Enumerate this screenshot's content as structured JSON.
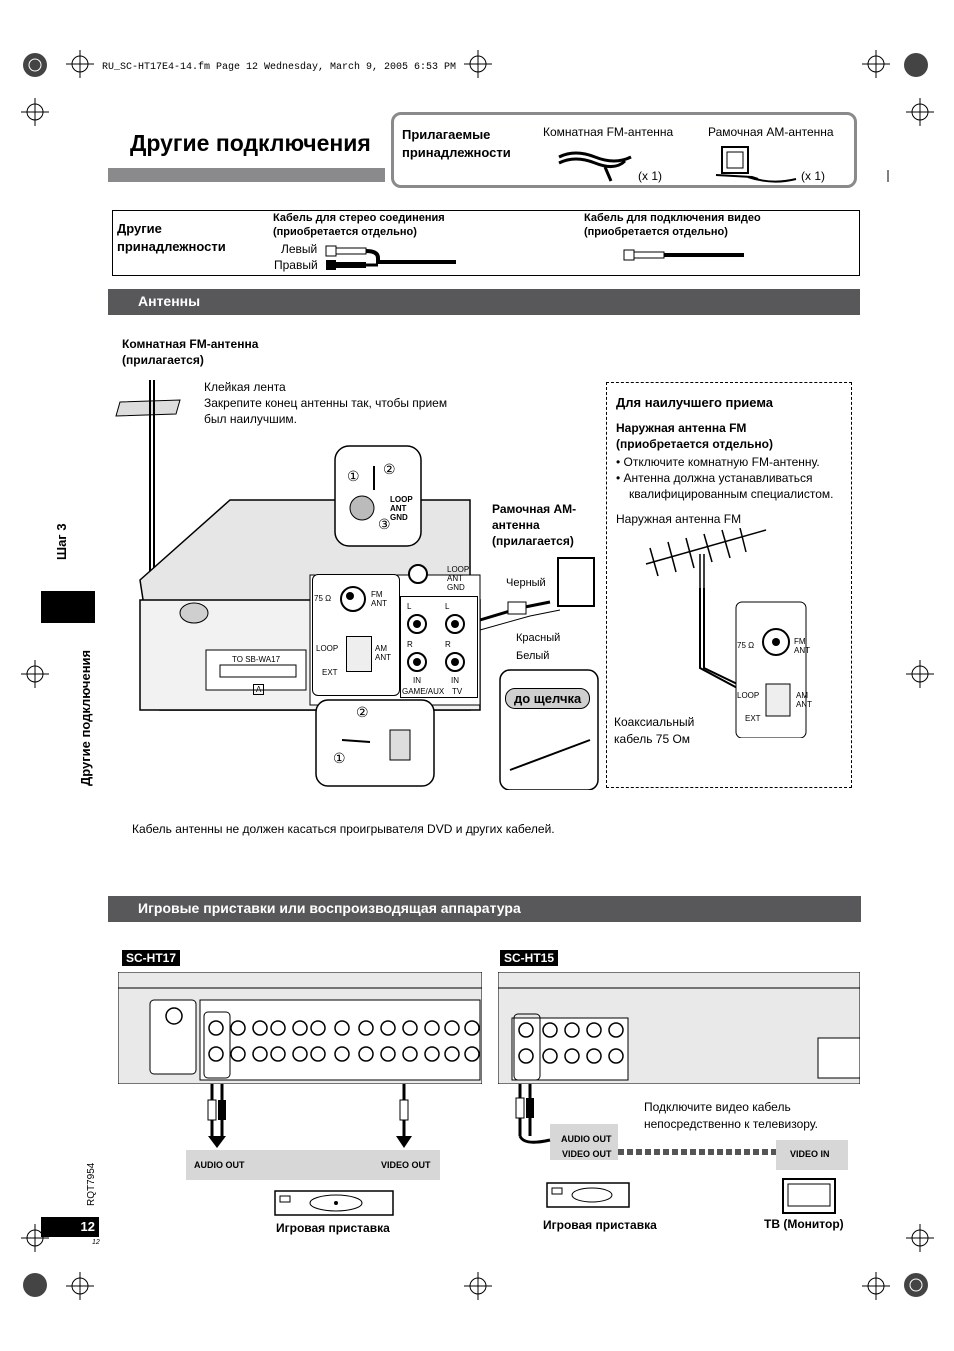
{
  "header_line": "RU_SC-HT17E4-14.fm  Page 12  Wednesday, March 9, 2005  6:53 PM",
  "title": "Другие подключения",
  "supplied": {
    "heading": "Прилагаемые принадлежности",
    "fm_label": "Комнатная FM-антенна",
    "am_label": "Рамочная AM-антенна",
    "fm_qty": "(x 1)",
    "am_qty": "(x 1)"
  },
  "other": {
    "heading": "Другие принадлежности",
    "stereo_title": "Кабель для стерео соединения",
    "stereo_sub": "(приобретается отдельно)",
    "left": "Левый",
    "right": "Правый",
    "video_title": "Кабель для подключения видео",
    "video_sub": "(приобретается отдельно)"
  },
  "antennas": {
    "bar": "Антенны",
    "fm_indoor": "Комнатная FM-антенна",
    "fm_indoor_sub": "(прилагается)",
    "tape": "Клейкая лента",
    "tape_note": "Закрепите конец антенны так, чтобы прием",
    "tape_note2": "был наилучшим.",
    "am_loop": "Рамочная AM-",
    "am_loop2": "антенна",
    "am_loop3": "(прилагается)",
    "black": "Черный",
    "red": "Красный",
    "white": "Белый",
    "click": "до щелчка",
    "loop_ant_gnd": "LOOP ANT GND",
    "fm_ant": "FM ANT",
    "ohm": "75 Ω",
    "loop": "LOOP",
    "ext": "EXT",
    "am_ant": "AM ANT",
    "to_sbwa17": "TO SB-WA17",
    "in": "IN",
    "game_aux": "GAME/AUX",
    "tv": "TV",
    "L": "L",
    "R": "R",
    "a_mark": "A",
    "step1": "①",
    "step2": "②",
    "step3": "③",
    "best_heading": "Для наилучшего приема",
    "outdoor_title": "Наружная антенна FM",
    "outdoor_sub": "(приобретается отдельно)",
    "bullet1": "Отключите комнатную FM-антенну.",
    "bullet2": "Антенна должна устанавливаться",
    "bullet2b": "квалифицированным специалистом.",
    "outdoor_label": "Наружная антенна FM",
    "coax": "Коаксиальный",
    "coax2": "кабель 75 Ом",
    "note": "Кабель антенны не должен касаться проигрывателя DVD и других кабелей."
  },
  "games": {
    "bar": "Игровые приставки или воспроизводящая аппаратура",
    "model1": "SC-HT17",
    "model2": "SC-HT15",
    "audio_out": "AUDIO OUT",
    "video_out": "VIDEO OUT",
    "video_in": "VIDEO IN",
    "console": "Игровая приставка",
    "console2": "Игровая приставка",
    "tv_monitor": "ТВ (Монитор)",
    "note_line1": "Подключите видео кабель",
    "note_line2": "непосредственно к телевизору."
  },
  "sidebar": {
    "step": "Шаг 3",
    "section": "Другие подключения"
  },
  "footer": {
    "code": "RQT7954",
    "page": "12",
    "small_page": "12"
  }
}
